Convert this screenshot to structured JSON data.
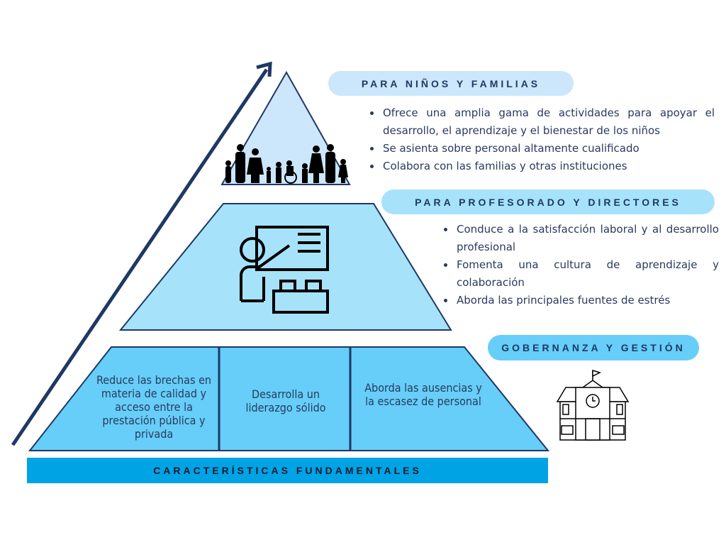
{
  "levels": [
    {
      "title": "PARA NIÑOS Y FAMILIAS",
      "bullets": [
        "Ofrece una amplia gama de actividades para apoyar el desarrollo, el aprendizaje y el bienestar de los niños",
        "Se asienta sobre personal altamente cualificado",
        "Colabora con las familias y otras instituciones"
      ]
    },
    {
      "title": "PARA PROFESORADO Y DIRECTORES",
      "bullets": [
        "Conduce a la satisfacción laboral y al desarrollo profesional",
        "Fomenta una cultura de aprendizaje y colaboración",
        "Aborda las principales fuentes de estrés"
      ]
    },
    {
      "title": "GOBERNANZA Y GESTIÓN",
      "cells": [
        "Reduce las brechas en materia de calidad y acceso entre la prestación pública y privada",
        "Desarrolla un liderazgo sólido",
        "Aborda las ausencias y la escasez de personal"
      ]
    }
  ],
  "base": "CARACTERÍSTICAS FUNDAMENTALES",
  "colors": {
    "navy": "#1f3864",
    "top": "#cce6fb",
    "middle": "#a6e3fa",
    "bottom": "#66cef8",
    "band": "#00a4e4"
  }
}
